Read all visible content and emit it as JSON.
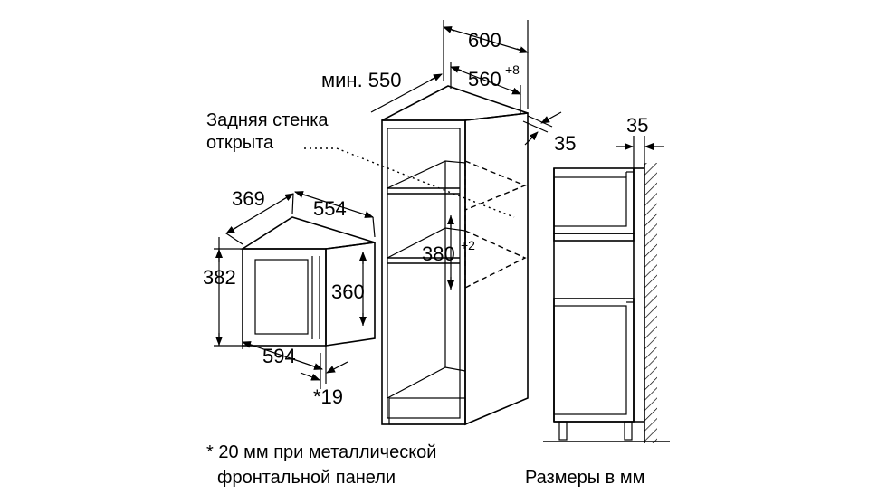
{
  "labels": {
    "width_600": "600",
    "min_550": "мин. 550",
    "dim_560": "560",
    "dim_560_tol": "+8",
    "dim_35_right": "35",
    "dim_35_side": "35",
    "rear_wall_line1": "Задняя стенка",
    "rear_wall_line2": "открыта",
    "depth_369": "369",
    "width_554": "554",
    "height_382": "382",
    "height_360": "360",
    "width_594": "594",
    "star_19": "*19",
    "niche_380": "380",
    "niche_380_tol": "+2",
    "footnote_line1": "* 20 мм при металлической",
    "footnote_line2": "фронтальной панели",
    "units": "Размеры в мм"
  }
}
